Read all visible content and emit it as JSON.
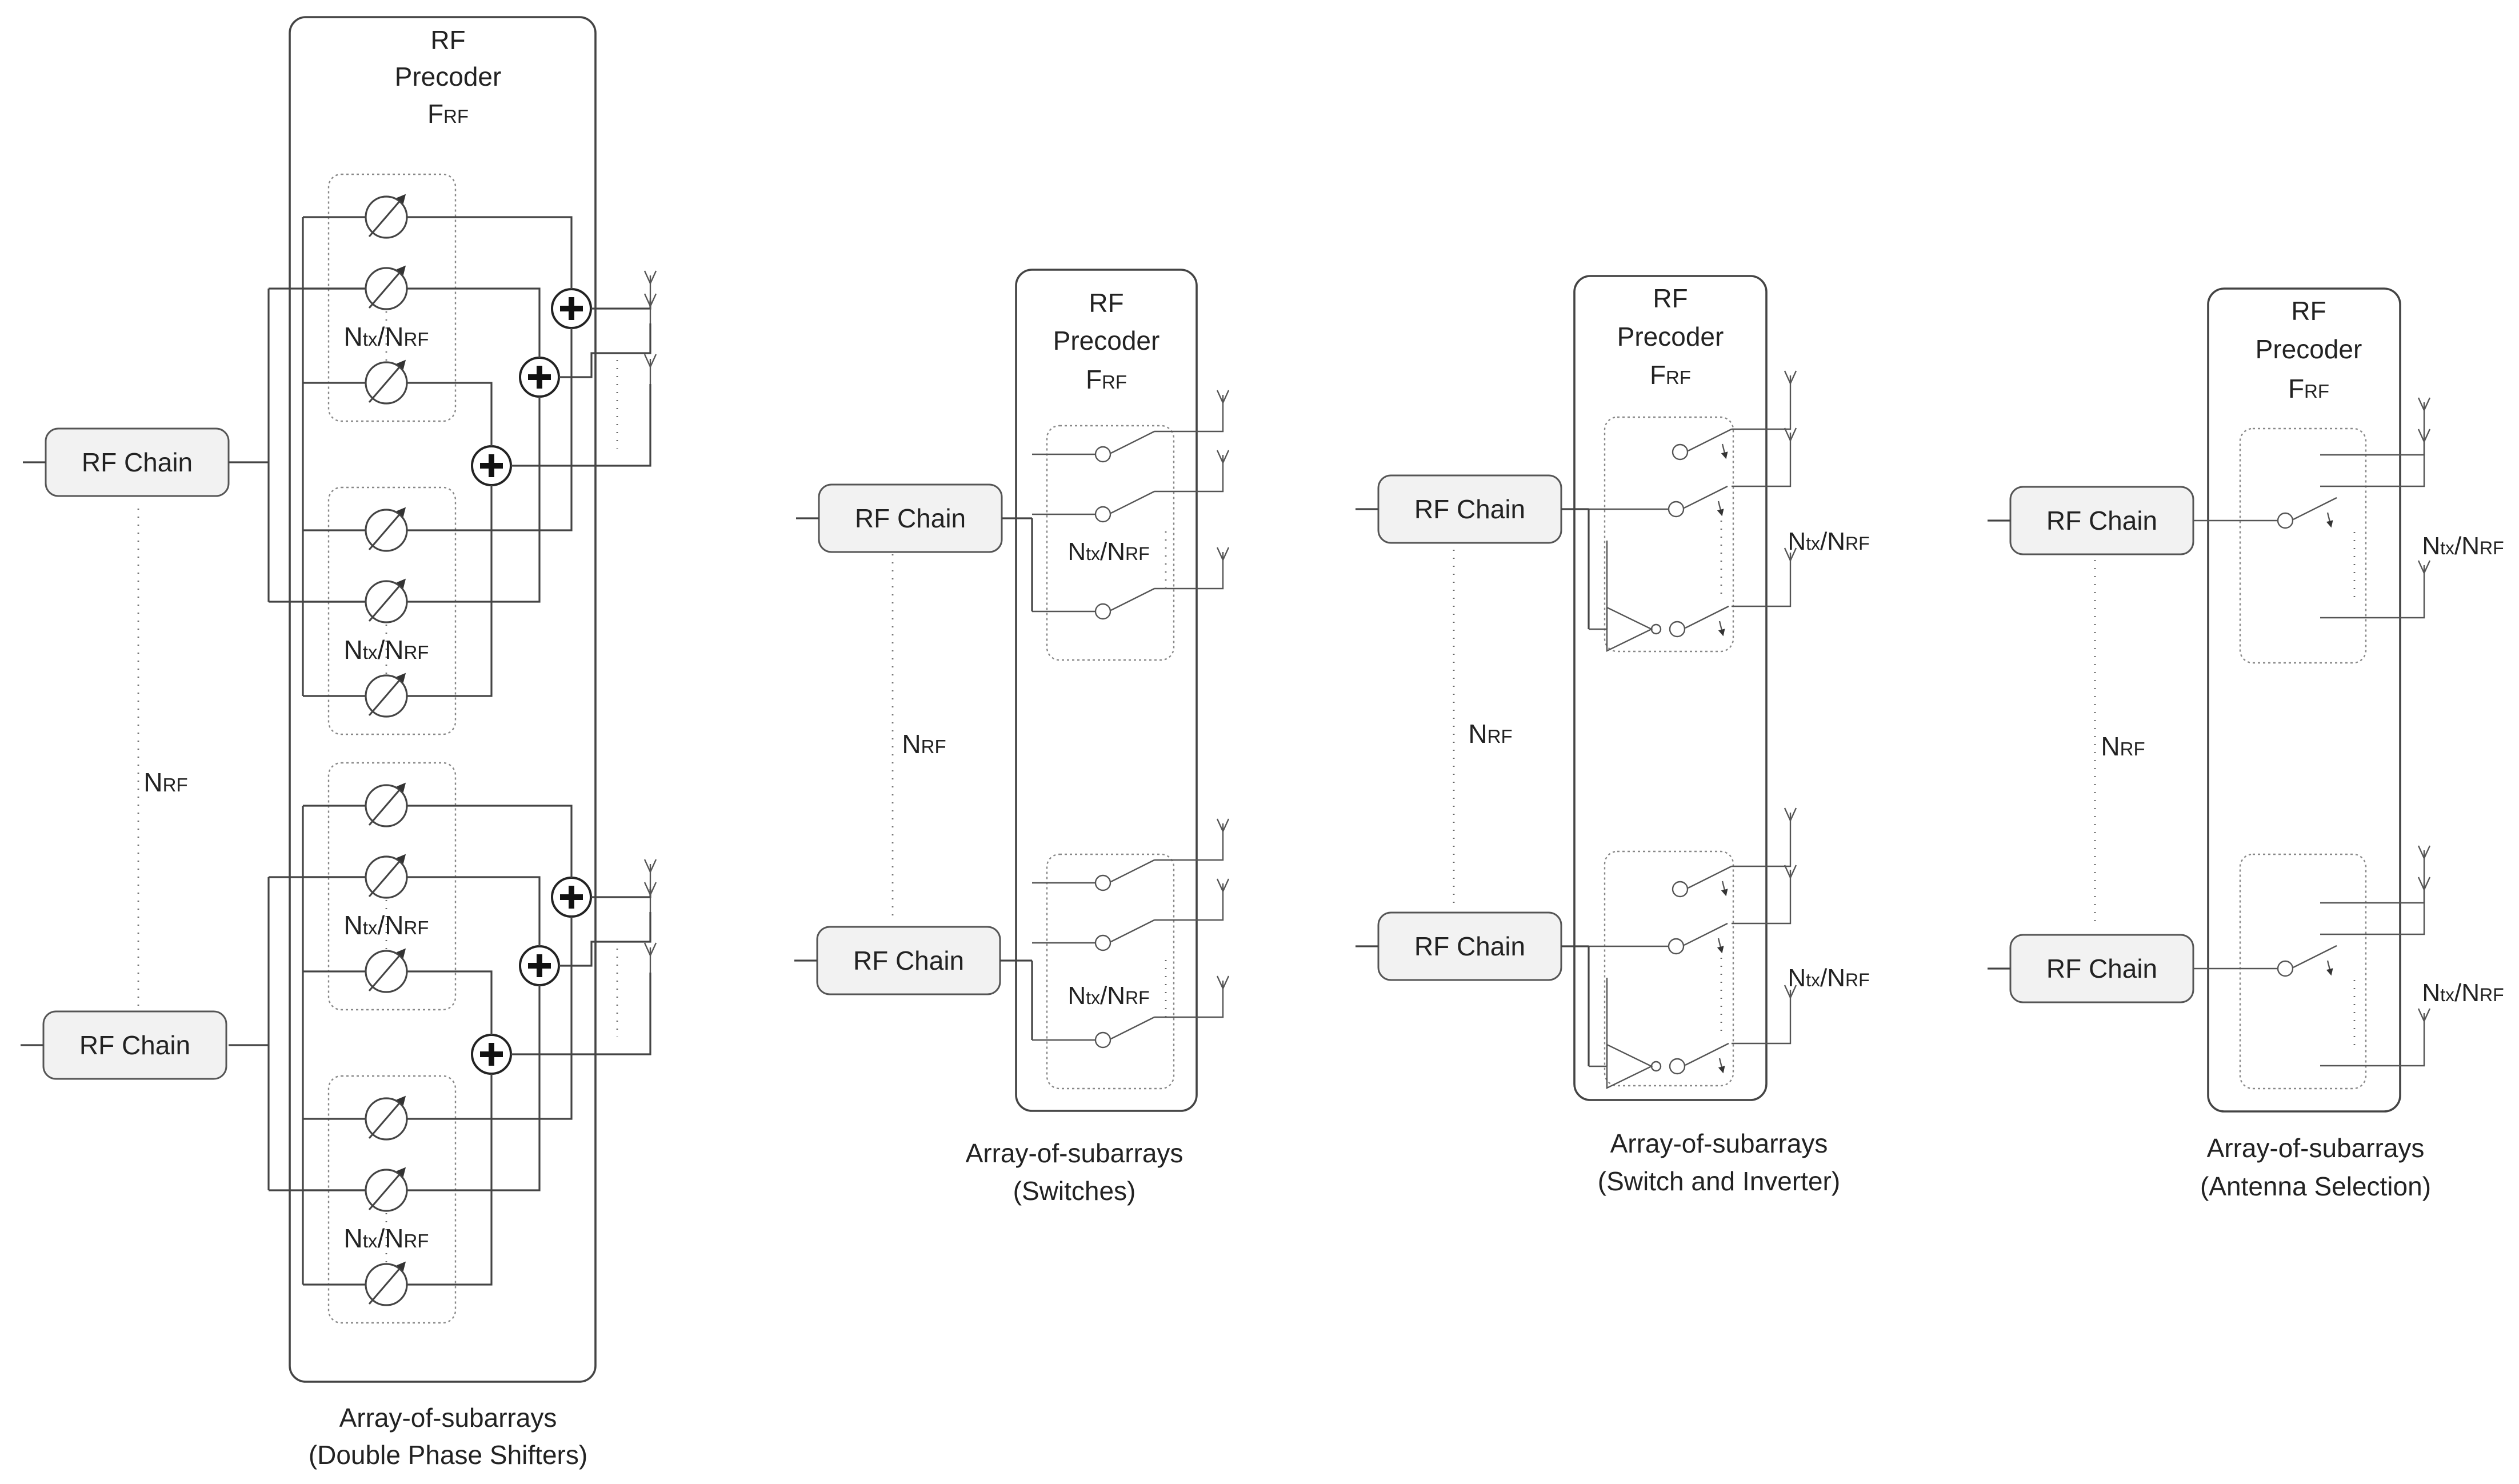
{
  "labels": {
    "rf_chain": "RF Chain",
    "precoder_title_1": "RF",
    "precoder_title_2": "Precoder",
    "precoder_symbol_main": "F",
    "precoder_symbol_sub": "RF",
    "nrf_main": "N",
    "nrf_sub": "RF",
    "ntx_main": "N",
    "ntx_sub": "tx",
    "ratio_slash": "/",
    "ratio_den_main": "N",
    "ratio_den_sub": "RF"
  },
  "panels": [
    {
      "id": "double-phase-shifters",
      "caption_line1": "Array-of-subarrays",
      "caption_line2": "(Double Phase Shifters)"
    },
    {
      "id": "switches",
      "caption_line1": "Array-of-subarrays",
      "caption_line2": "(Switches)"
    },
    {
      "id": "switch-inverter",
      "caption_line1": "Array-of-subarrays",
      "caption_line2": "(Switch and Inverter)"
    },
    {
      "id": "antenna-selection",
      "caption_line1": "Array-of-subarrays",
      "caption_line2": "(Antenna Selection)"
    }
  ],
  "icons": [
    "phase-shifter-icon",
    "adder-icon",
    "antenna-icon",
    "switch-icon",
    "inverter-icon"
  ]
}
